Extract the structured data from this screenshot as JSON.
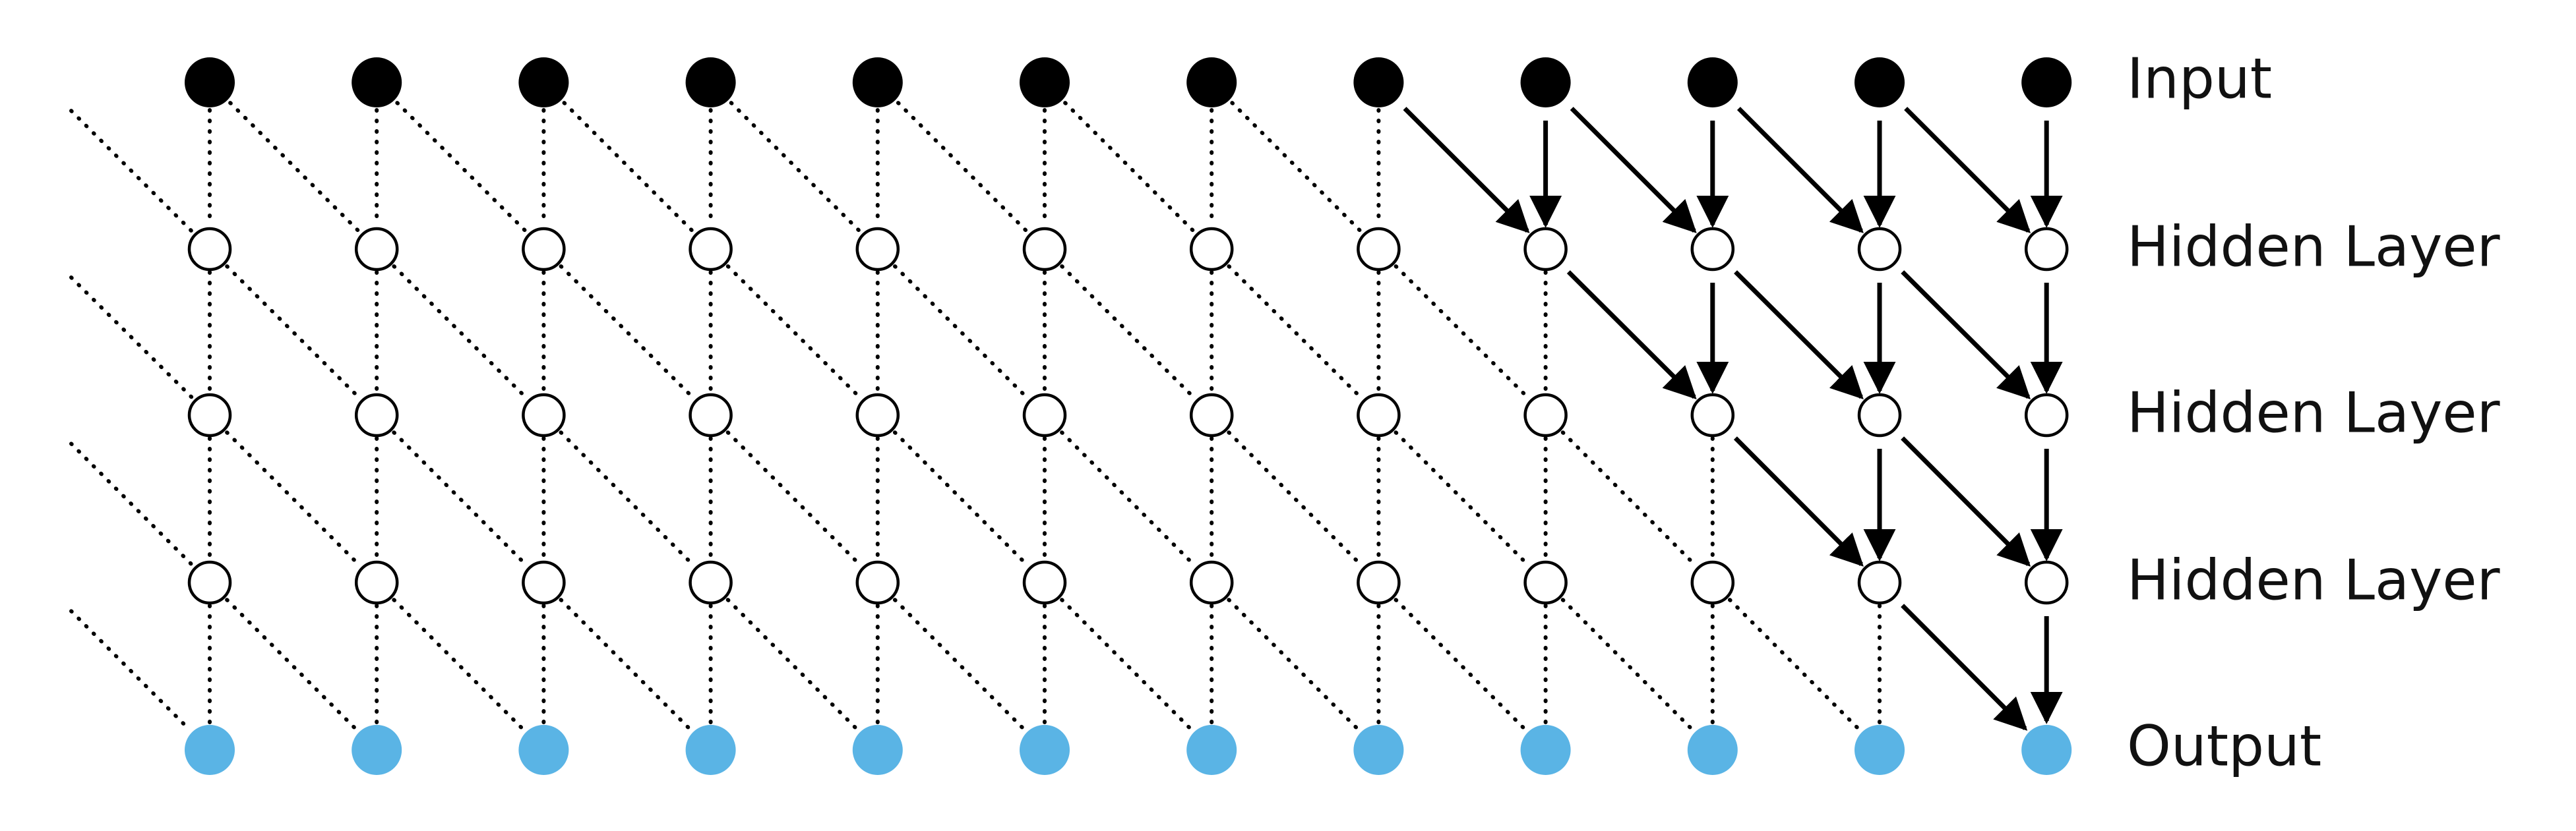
{
  "labels": {
    "input": "Input",
    "hidden_1": "Hidden Layer",
    "hidden_2": "Hidden Layer",
    "hidden_3": "Hidden Layer",
    "output": "Output"
  },
  "network": {
    "timesteps": 12,
    "layers": [
      "input",
      "hidden",
      "hidden",
      "hidden",
      "output"
    ],
    "highlighted_output_index": 11,
    "dilation": [
      1,
      1,
      1,
      1
    ]
  },
  "colors": {
    "input_node": "#000000",
    "hidden_node_fill": "#ffffff",
    "hidden_node_stroke": "#000000",
    "output_node": "#5ab4e5",
    "edge": "#000000"
  }
}
